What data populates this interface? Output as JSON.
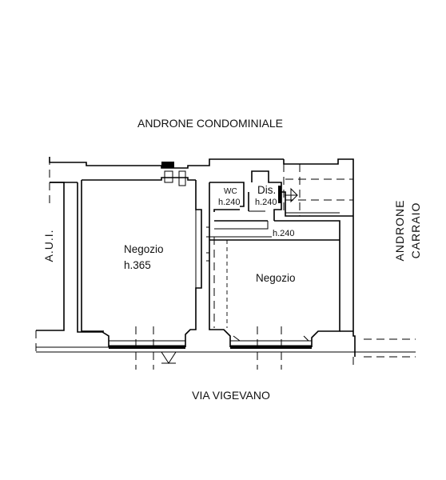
{
  "plan": {
    "top_label": "ANDRONE CONDOMINIALE",
    "bottom_label": "VIA VIGEVANO",
    "left_label": "A.U.I.",
    "right_label_line1": "ANDRONE",
    "right_label_line2": "CARRAIO",
    "rooms": {
      "shop_left_name": "Negozio",
      "shop_left_height": "h.365",
      "shop_right_name": "Negozio",
      "wc_name": "WC",
      "wc_height": "h.240",
      "dis_name": "Dis.",
      "dis_height": "h.240",
      "corridor_height": "h.240"
    }
  }
}
